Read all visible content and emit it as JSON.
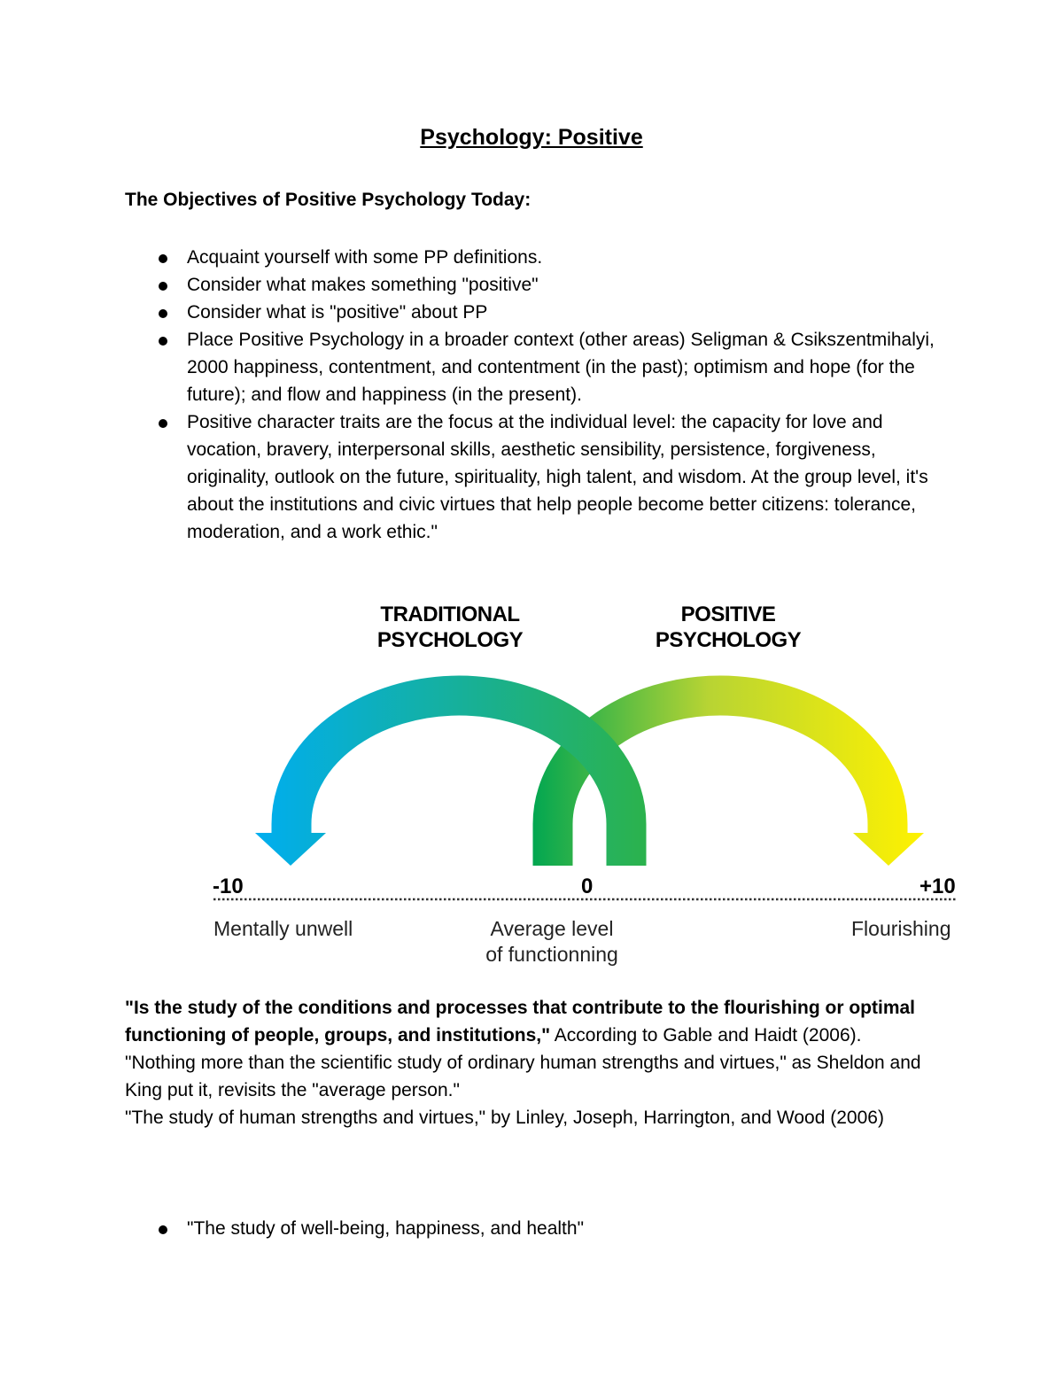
{
  "title": "Psychology: Positive",
  "objectives_heading": "The Objectives of Positive Psychology Today:",
  "objectives": [
    "Acquaint yourself with some PP definitions.",
    "Consider what makes something \"positive\"",
    "Consider what is \"positive\" about PP",
    "Place Positive Psychology in a broader context (other areas) Seligman & Csikszentmihalyi, 2000 happiness, contentment, and contentment (in the past); optimism and hope (for the future); and flow and happiness (in the present).",
    "Positive character traits are the focus at the individual level: the capacity for love and vocation, bravery, interpersonal skills, aesthetic sensibility, persistence, forgiveness, originality, outlook on the future, spirituality, high talent, and wisdom. At the group level, it's about the institutions and civic virtues that help people become better citizens: tolerance, moderation, and a work ethic.\""
  ],
  "diagram": {
    "traditional_line1": "TRADITIONAL",
    "traditional_line2": "PSYCHOLOGY",
    "positive_line1": "POSITIVE",
    "positive_line2": "PSYCHOLOGY",
    "scale_min": "-10",
    "scale_mid": "0",
    "scale_max": "+10",
    "label_min": "Mentally unwell",
    "label_mid_line1": "Average level",
    "label_mid_line2": "of functionning",
    "label_max": "Flourishing",
    "colors": {
      "blue": "#00aeef",
      "teal_green": "#2bb24c",
      "green": "#00a651",
      "yellow": "#fff200"
    }
  },
  "definitions": {
    "def1_bold": "\"Is the study of the conditions and processes that contribute to the flourishing or optimal functioning of people, groups, and institutions,\"",
    "def1_rest": " According to Gable and Haidt (2006).",
    "def2": "\"Nothing more than the scientific study of ordinary human strengths and virtues,\" as Sheldon and King put it, revisits the \"average person.\"",
    "def3": "\"The study of human strengths and virtues,\" by Linley, Joseph, Harrington, and Wood (2006)"
  },
  "final_bullets": [
    "\"The study of well-being, happiness, and health\""
  ]
}
